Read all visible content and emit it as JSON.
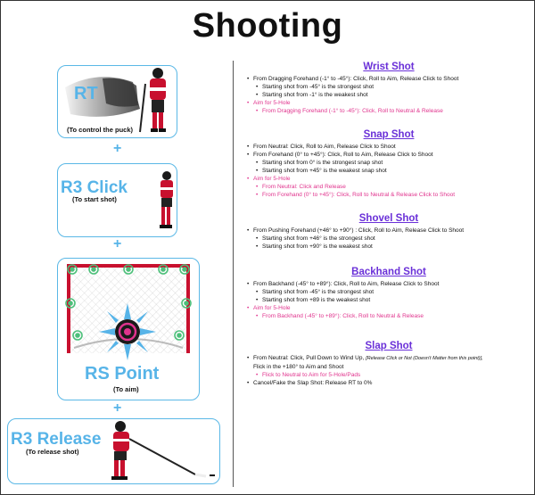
{
  "page": {
    "title": "Shooting"
  },
  "steps": [
    {
      "id": "rt",
      "big": "RT",
      "caption": "(To control the puck)"
    },
    {
      "id": "r3click",
      "big": "R3 Click",
      "caption": "(To start shot)"
    },
    {
      "id": "rspoint",
      "big": "RS Point",
      "caption": "(To aim)"
    },
    {
      "id": "r3release",
      "big": "R3 Release",
      "caption": "(To release shot)"
    }
  ],
  "plus_symbol": "+",
  "sections": {
    "wrist": {
      "title": "Wrist Shot",
      "l1": "From Dragging Forehand (-1° to -45°):  Click, Roll to Aim, Release Click to Shoot",
      "l2": "Starting shot from -45° is the strongest shot",
      "l3": "Starting shot from -1° is the weakest shot",
      "l4": "Aim for 5-Hole",
      "l5": "From Dragging Forehand (-1° to -45°): Click, Roll to Neutral & Release"
    },
    "snap": {
      "title": "Snap Shot",
      "l1": "From Neutral:  Click, Roll to Aim, Release Click to Shoot",
      "l2": "From Forehand (0° to +45°):  Click, Roll to Aim, Release Click to Shoot",
      "l3": "Starting shot from 0° is the strongest snap shot",
      "l4": "Starting shot from +45° is the weakest snap shot",
      "l5": "Aim for 5-Hole",
      "l6": "From Neutral: Click and Release",
      "l7": "From Forehand (0° to +45°): Click, Roll to Neutral & Release Click to Shoot"
    },
    "shovel": {
      "title": "Shovel Shot",
      "l1": "From Pushing Forehand (+46° to +90°) :  Click, Roll to Aim,  Release Click to Shoot",
      "l2": "Starting shot from +46° is the strongest shot",
      "l3": "Starting shot from +90° is the weakest shot"
    },
    "backhand": {
      "title": "Backhand Shot",
      "l1": "From Backhand (-45° to +89°):  Click, Roll to Aim, Release Click to Shoot",
      "l2": "Starting shot from -45° is the strongest shot",
      "l3": "Starting shot from +89 is the weakest shot",
      "l4": "Aim for 5-Hole",
      "l5": "From Backhand (-45° to +89°): Click, Roll to Neutral & Release"
    },
    "slap": {
      "title": "Slap Shot",
      "l1a": "From Neutral:  Click, Pull Down to Wind Up, ",
      "l1b": "[Release Click or Not (Doesn't Matter from this point)],",
      "l1c": "Flick in the +180° to Aim and Shoot",
      "l2": "Flick to Neutral to Aim for 5-Hole/Pads",
      "l3": "Cancel/Fake the Slap Shot:  Release RT to 0%"
    }
  },
  "colors": {
    "accent_blue": "#57b4e8",
    "section_title_purple": "#6a30d8",
    "aim_pink": "#e0338d",
    "net_red": "#c8102e",
    "target_green": "#4cc07a"
  }
}
